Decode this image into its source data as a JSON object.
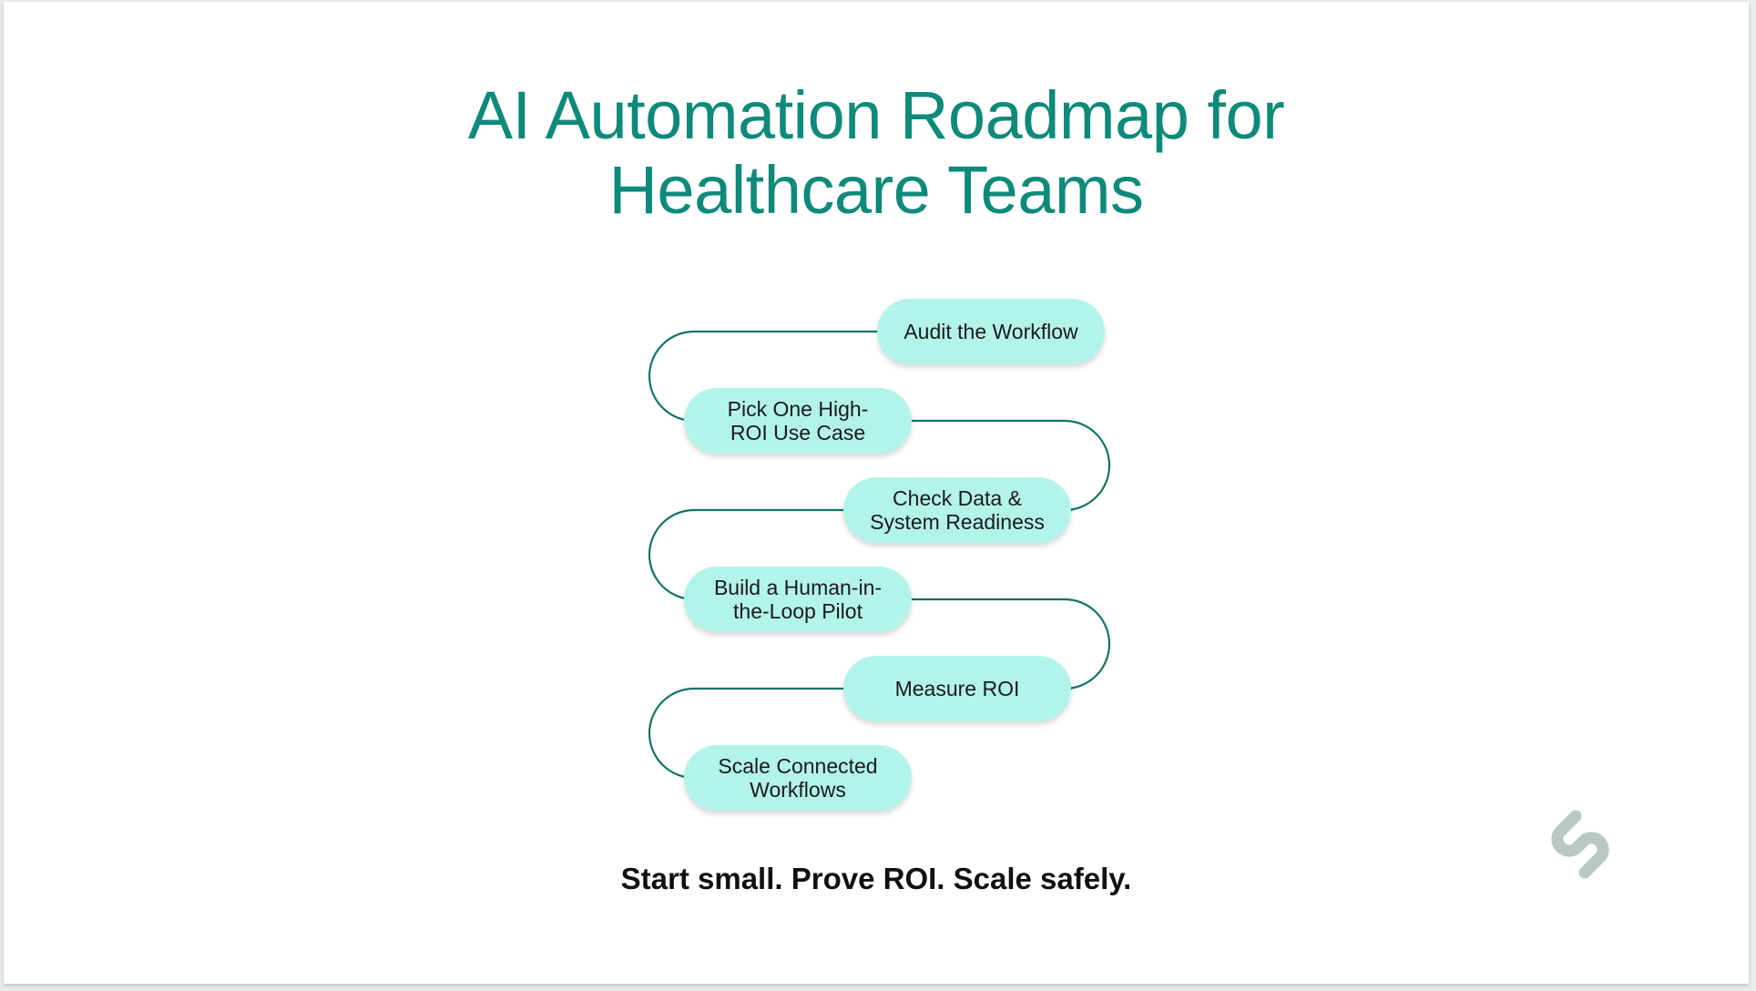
{
  "title": {
    "line1": "AI Automation Roadmap for",
    "line2": "Healthcare Teams"
  },
  "steps": [
    {
      "line1": "Audit the Workflow",
      "line2": ""
    },
    {
      "line1": "Pick One High-",
      "line2": "ROI Use Case"
    },
    {
      "line1": "Check Data &",
      "line2": "System Readiness"
    },
    {
      "line1": "Build a Human-in-",
      "line2": "the-Loop Pilot"
    },
    {
      "line1": "Measure ROI",
      "line2": ""
    },
    {
      "line1": "Scale Connected",
      "line2": "Workflows"
    }
  ],
  "tagline": "Start small. Prove ROI. Scale safely.",
  "colors": {
    "title": "#0e8a7a",
    "step_fill": "#b3f4ea",
    "connector": "#137466",
    "logo": "#b9c8c3"
  },
  "logo_icon": "chain-link-logo-icon"
}
